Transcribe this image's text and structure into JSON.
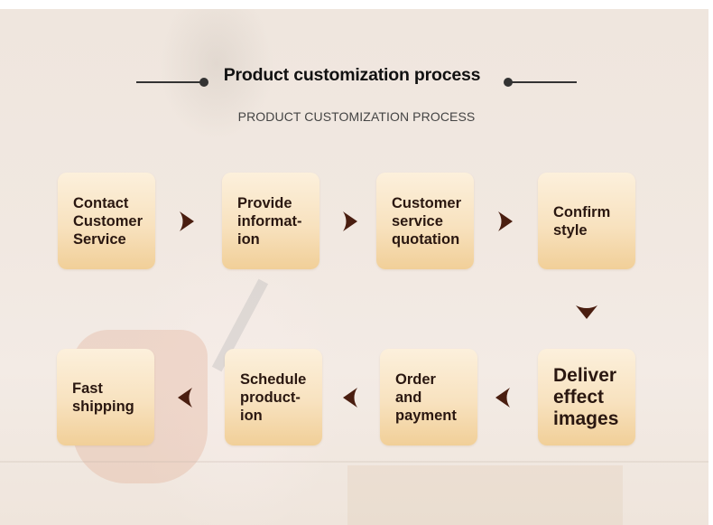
{
  "header": {
    "title": "Product customization process",
    "subtitle": "PRODUCT CUSTOMIZATION PROCESS"
  },
  "colors": {
    "box_top": "#fcf0dc",
    "box_bottom": "#f1cf98",
    "text": "#2a1710",
    "arrow": "#4a1e10",
    "line": "#333333"
  },
  "steps": [
    {
      "order": 1,
      "label": "Contact\nCustomer\nService"
    },
    {
      "order": 2,
      "label": "Provide\ninformat-\nion"
    },
    {
      "order": 3,
      "label": "Customer\nservice\nquotation"
    },
    {
      "order": 4,
      "label": "Confirm\nstyle"
    },
    {
      "order": 5,
      "label": "Deliver\neffect\nimages"
    },
    {
      "order": 6,
      "label": "Order\nand\npayment"
    },
    {
      "order": 7,
      "label": "Schedule\nproduct-\nion"
    },
    {
      "order": 8,
      "label": "Fast\nshipping"
    }
  ],
  "arrows": [
    {
      "from": 1,
      "to": 2,
      "direction": "right"
    },
    {
      "from": 2,
      "to": 3,
      "direction": "right"
    },
    {
      "from": 3,
      "to": 4,
      "direction": "right"
    },
    {
      "from": 4,
      "to": 5,
      "direction": "down"
    },
    {
      "from": 5,
      "to": 6,
      "direction": "left"
    },
    {
      "from": 6,
      "to": 7,
      "direction": "left"
    },
    {
      "from": 7,
      "to": 8,
      "direction": "left"
    }
  ]
}
